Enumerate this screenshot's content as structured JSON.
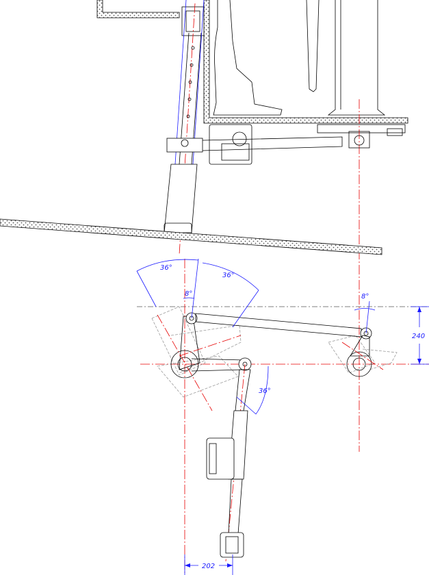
{
  "dimensions": {
    "angle_upper_left": "36°",
    "angle_upper_right": "36°",
    "angle_small_left": "8°",
    "angle_small_right": "8°",
    "angle_lower": "36°",
    "vertical_offset": "240",
    "horizontal_offset": "202"
  },
  "colors": {
    "outline": "#000000",
    "centerline": "#e60000",
    "dimension": "#1a1aff",
    "ghost_position": "#9a9a9a"
  }
}
